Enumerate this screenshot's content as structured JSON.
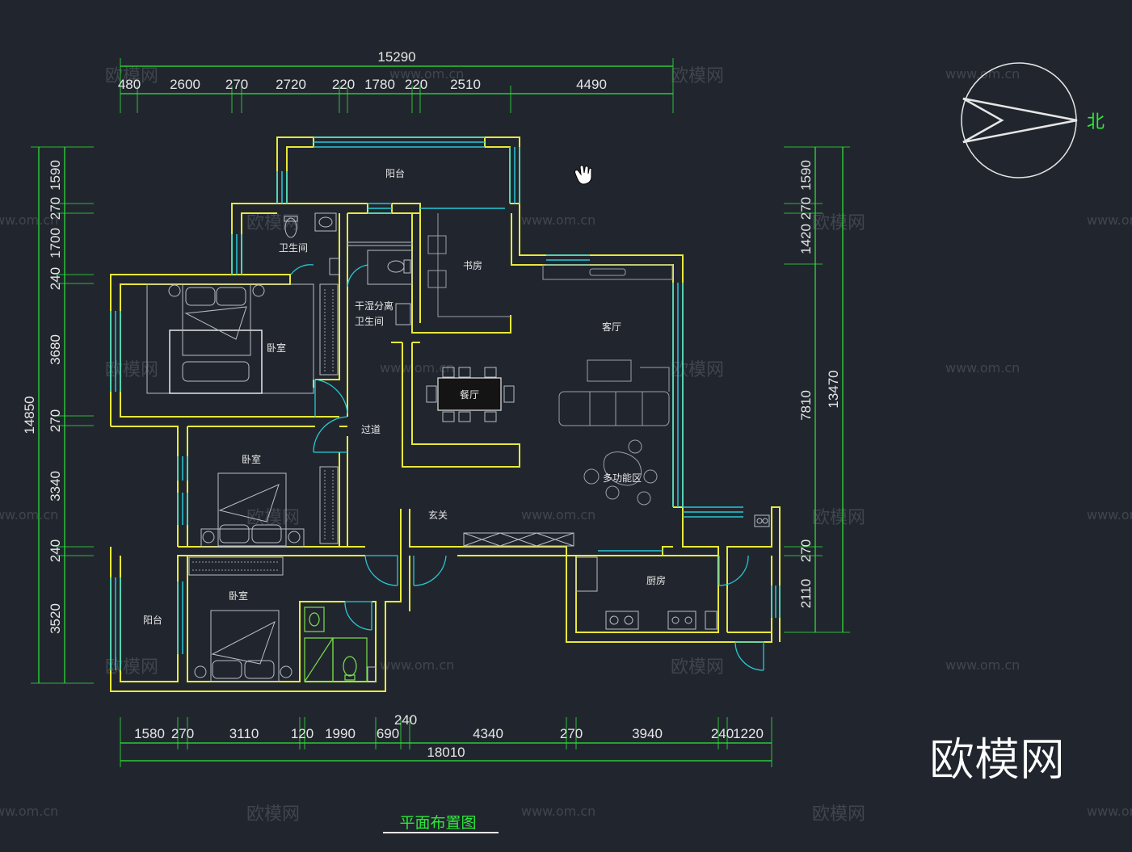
{
  "watermarks": {
    "url": "www.om.cn",
    "brand": "欧模网"
  },
  "brand_logo": "欧模网",
  "title": "平面布置图",
  "north_label": "北",
  "dims": {
    "top_total": "15290",
    "top": [
      "480",
      "2600",
      "270",
      "2720",
      "220",
      "1780",
      "220",
      "2510",
      "4490"
    ],
    "bottom_total": "18010",
    "bottom": [
      "1580",
      "270",
      "3110",
      "120",
      "1990",
      "690",
      "240",
      "4340",
      "270",
      "3940",
      "240",
      "1220"
    ],
    "left_total": "14850",
    "left": [
      "1590",
      "270",
      "1700",
      "240",
      "3680",
      "270",
      "3340",
      "240",
      "3520"
    ],
    "right_a": [
      "1590",
      "270",
      "1420",
      "7810",
      "270",
      "2110"
    ],
    "right_total": "13470"
  },
  "rooms": {
    "balcony_top": "阳台",
    "bath": "卫生间",
    "dry_wet_1": "干湿分离",
    "dry_wet_2": "卫生间",
    "study": "书房",
    "living": "客厅",
    "bedroom1": "卧室",
    "dining": "餐厅",
    "corridor": "过道",
    "bedroom2": "卧室",
    "multi": "多功能区",
    "entry": "玄关",
    "kitchen": "厨房",
    "balcony_bottom": "阳台",
    "bedroom3": "卧室"
  },
  "colors": {
    "background": "#21262e",
    "wall": "#e8e83a",
    "window": "#27c9d6",
    "dimension": "#2ee83a",
    "furniture": "#b9bec6"
  },
  "icons": [
    "hand-cursor-icon",
    "north-arrow-icon"
  ]
}
